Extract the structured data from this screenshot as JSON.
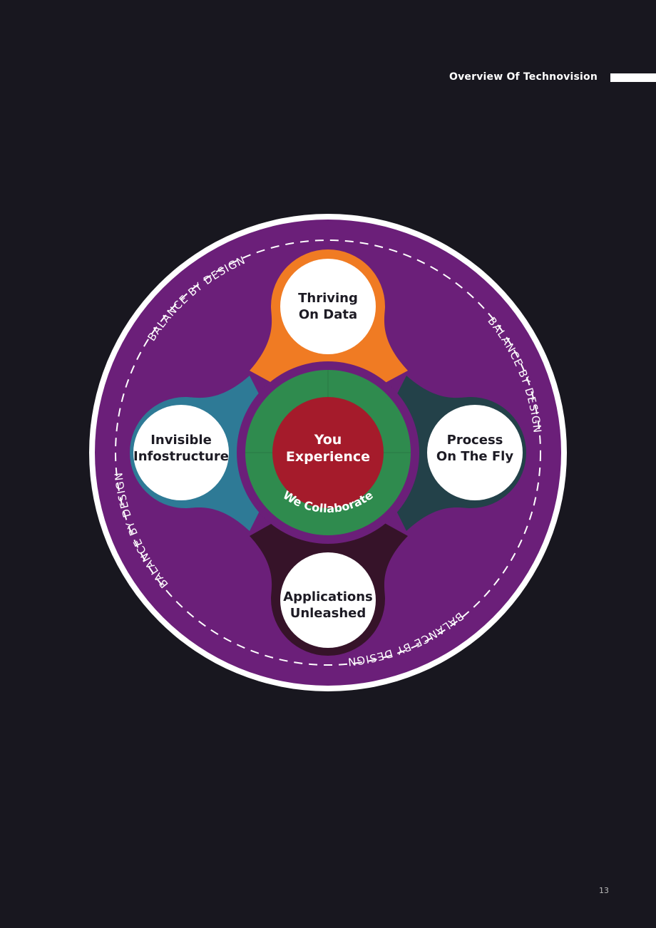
{
  "header": {
    "title": "Overview Of Technovision"
  },
  "page_number": "13",
  "diagram": {
    "ring_labels": [
      "BALANCE BY DESIGN",
      "BALANCE BY DESIGN",
      "BALANCE BY DESIGN",
      "BALANCE BY DESIGN"
    ],
    "nodes": {
      "top": {
        "line1": "Thriving",
        "line2": "On Data",
        "color": "#f07b23"
      },
      "left": {
        "line1": "Invisible",
        "line2": "Infostructure",
        "color": "#2e7a96"
      },
      "right": {
        "line1": "Process",
        "line2": "On The Fly",
        "color": "#234149"
      },
      "bottom": {
        "line1": "Applications",
        "line2": "Unleashed",
        "color": "#361329"
      }
    },
    "center": {
      "line1": "You",
      "line2": "Experience",
      "color": "#a51b2b"
    },
    "inner_ring": {
      "label": "We Collaborate",
      "color": "#2f8b4e"
    },
    "colors": {
      "outer_disc": "#6b1f79",
      "outer_border": "#ffffff",
      "background": "#18171f"
    }
  }
}
